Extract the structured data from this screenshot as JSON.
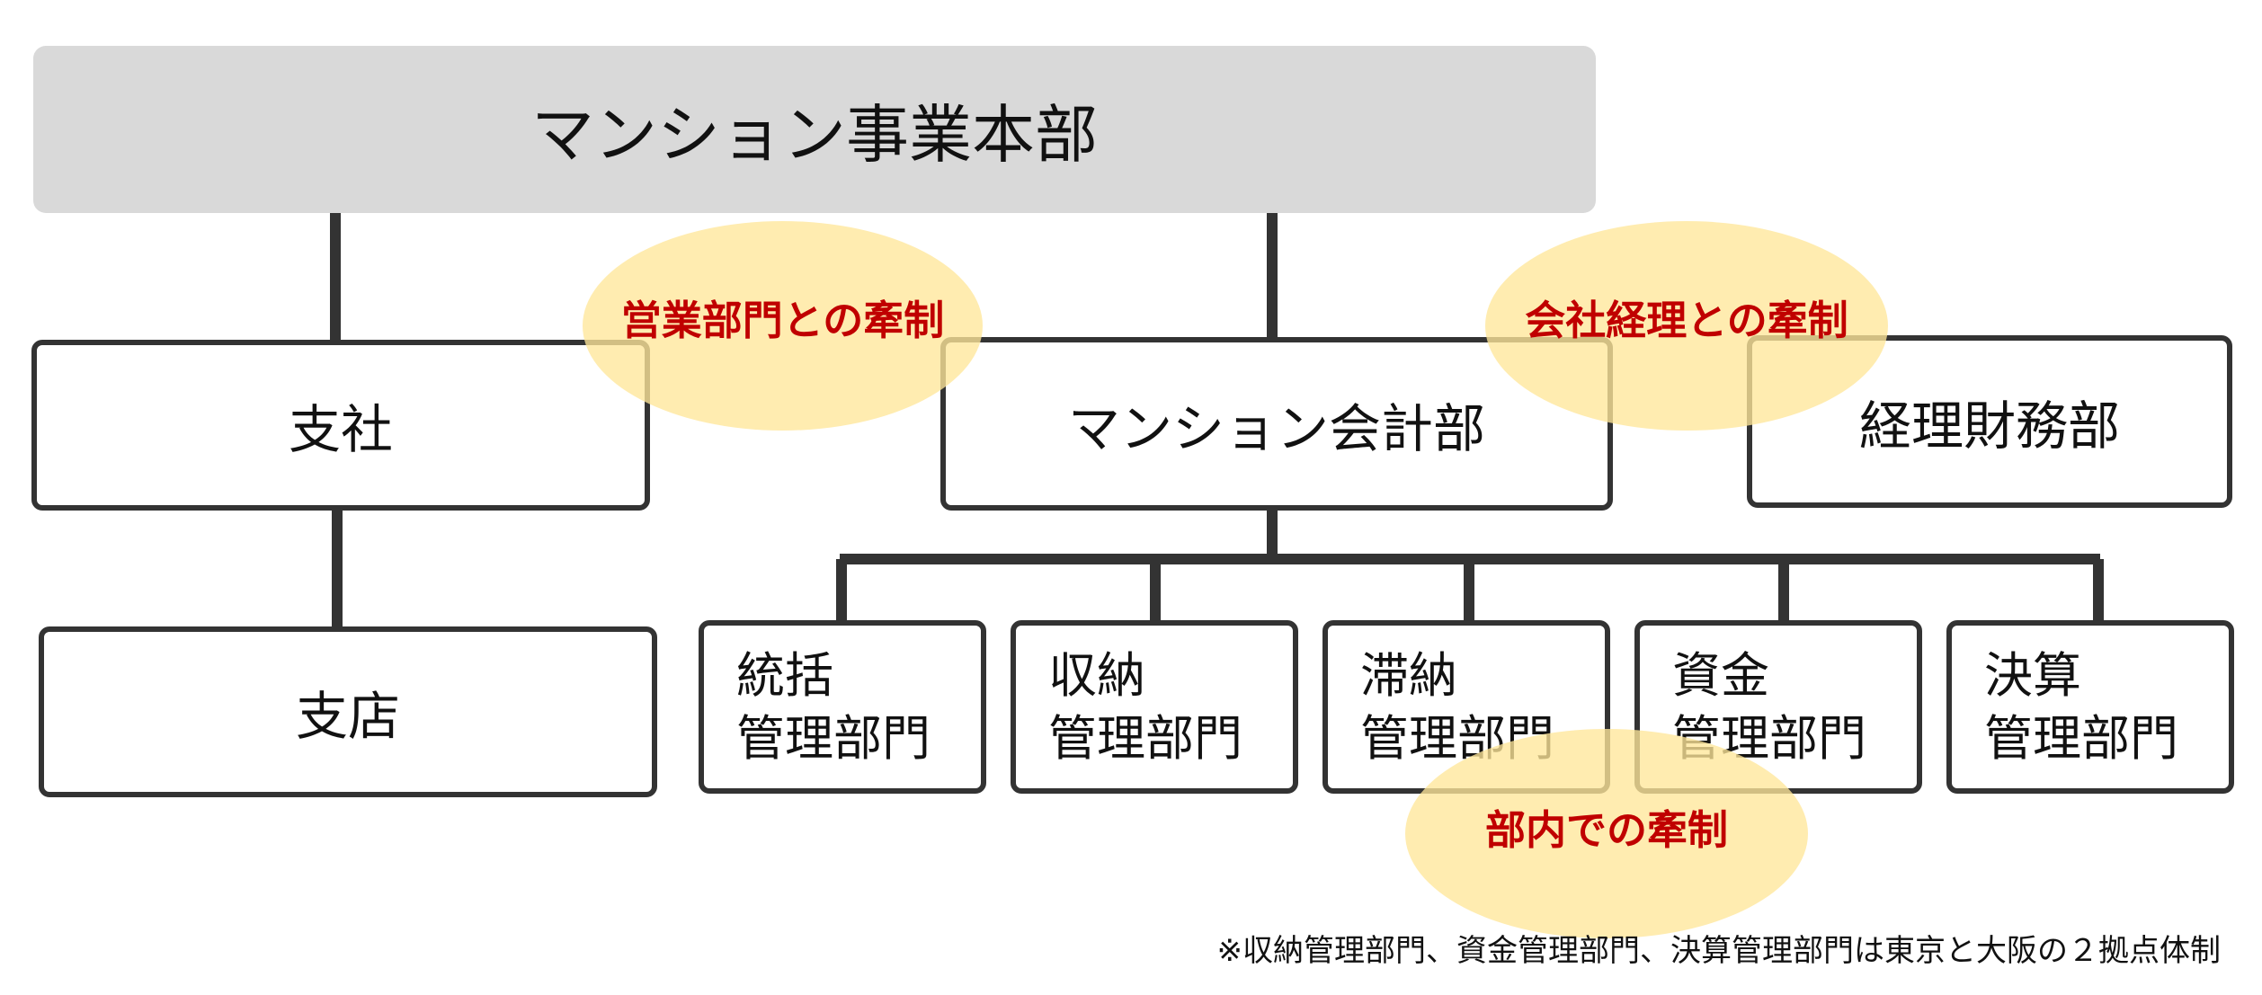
{
  "headquarters": {
    "label": "マンション事業本部"
  },
  "branch": {
    "label": "支社"
  },
  "store": {
    "label": "支店"
  },
  "accounting_dept": {
    "label": "マンション会計部"
  },
  "finance_dept": {
    "label": "経理財務部"
  },
  "sections": [
    {
      "line1": "統括",
      "line2": "管理部門"
    },
    {
      "line1": "収納",
      "line2": "管理部門"
    },
    {
      "line1": "滞納",
      "line2": "管理部門"
    },
    {
      "line1": "資金",
      "line2": "管理部門"
    },
    {
      "line1": "決算",
      "line2": "管理部門"
    }
  ],
  "checks": {
    "sales": "営業部門との牽制",
    "corporate": "会社経理との牽制",
    "internal": "部内での牽制"
  },
  "note": "※収納管理部門、資金管理部門、決算管理部門は東京と大阪の２拠点体制",
  "colors": {
    "connector": "#333333",
    "highlight": "#ffe79a",
    "check_text": "#c00000",
    "hq_fill": "#d9d9d9"
  }
}
